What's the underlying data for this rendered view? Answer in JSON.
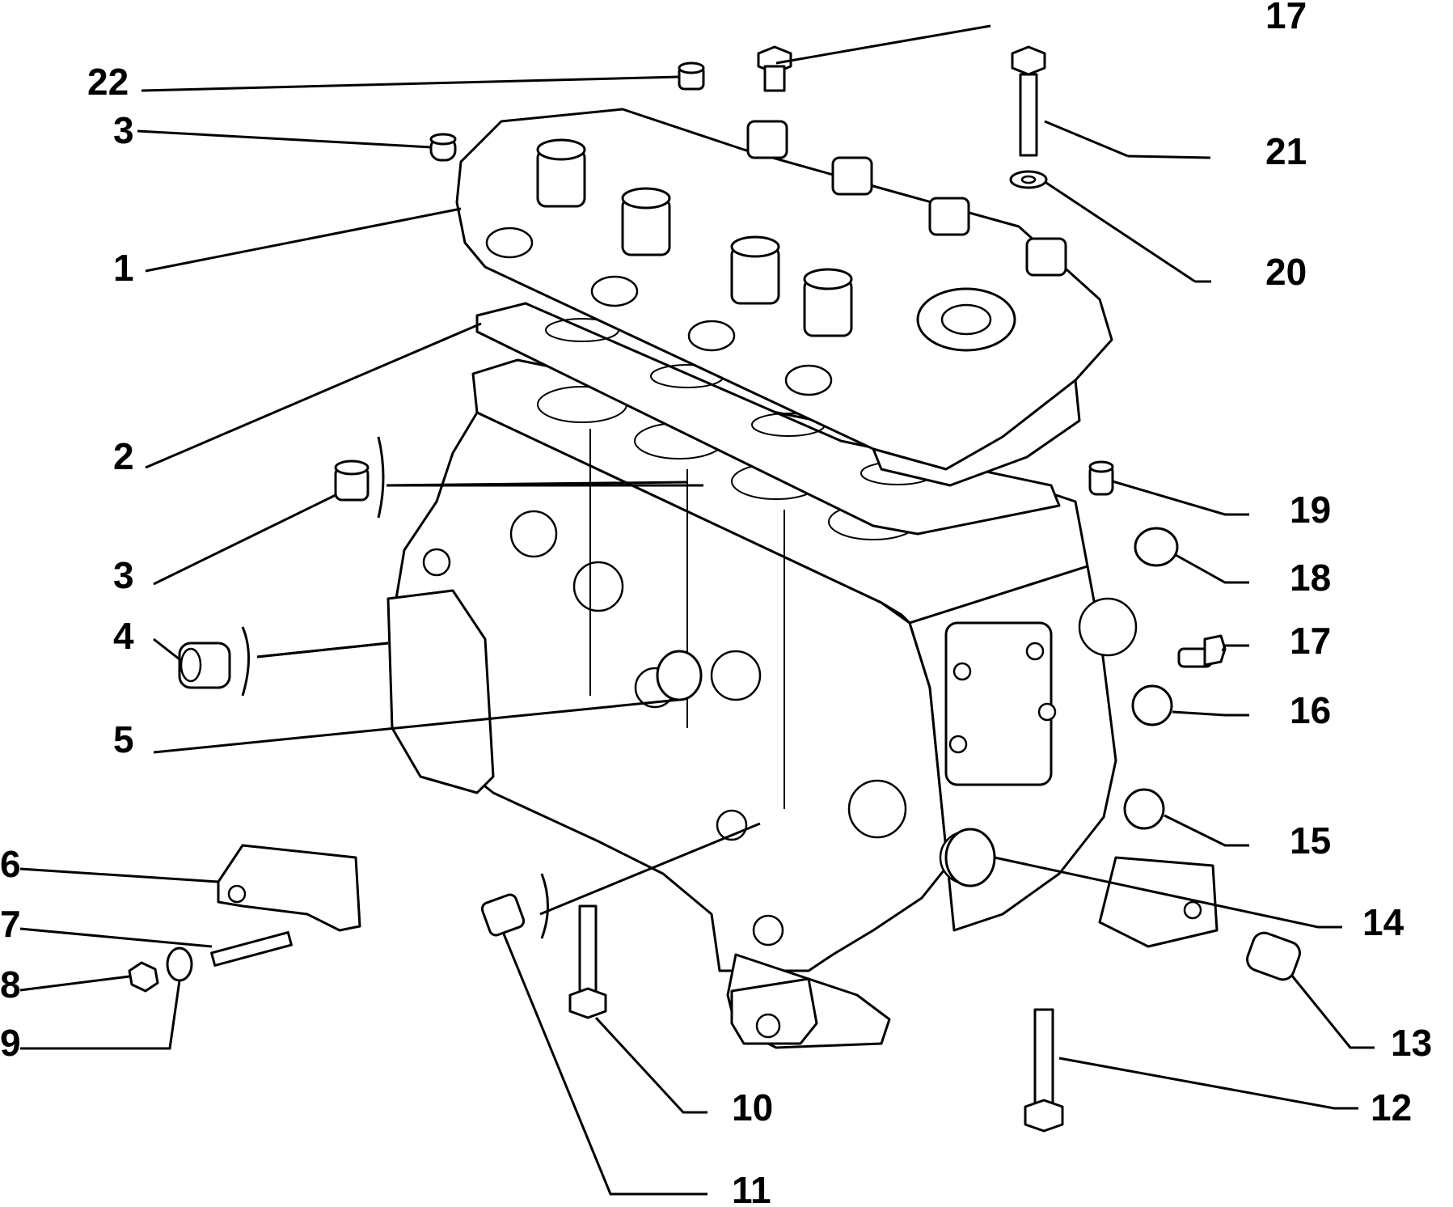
{
  "callouts": {
    "c1": "1",
    "c2": "2",
    "c3a": "3",
    "c3b": "3",
    "c4": "4",
    "c5": "5",
    "c6": "6",
    "c7": "7",
    "c8": "8",
    "c9": "9",
    "c10": "10",
    "c11": "11",
    "c12": "12",
    "c13": "13",
    "c14": "14",
    "c15": "15",
    "c16": "16",
    "c17a": "17",
    "c17b": "17",
    "c18": "18",
    "c19": "19",
    "c20": "20",
    "c21": "21",
    "c22": "22"
  }
}
